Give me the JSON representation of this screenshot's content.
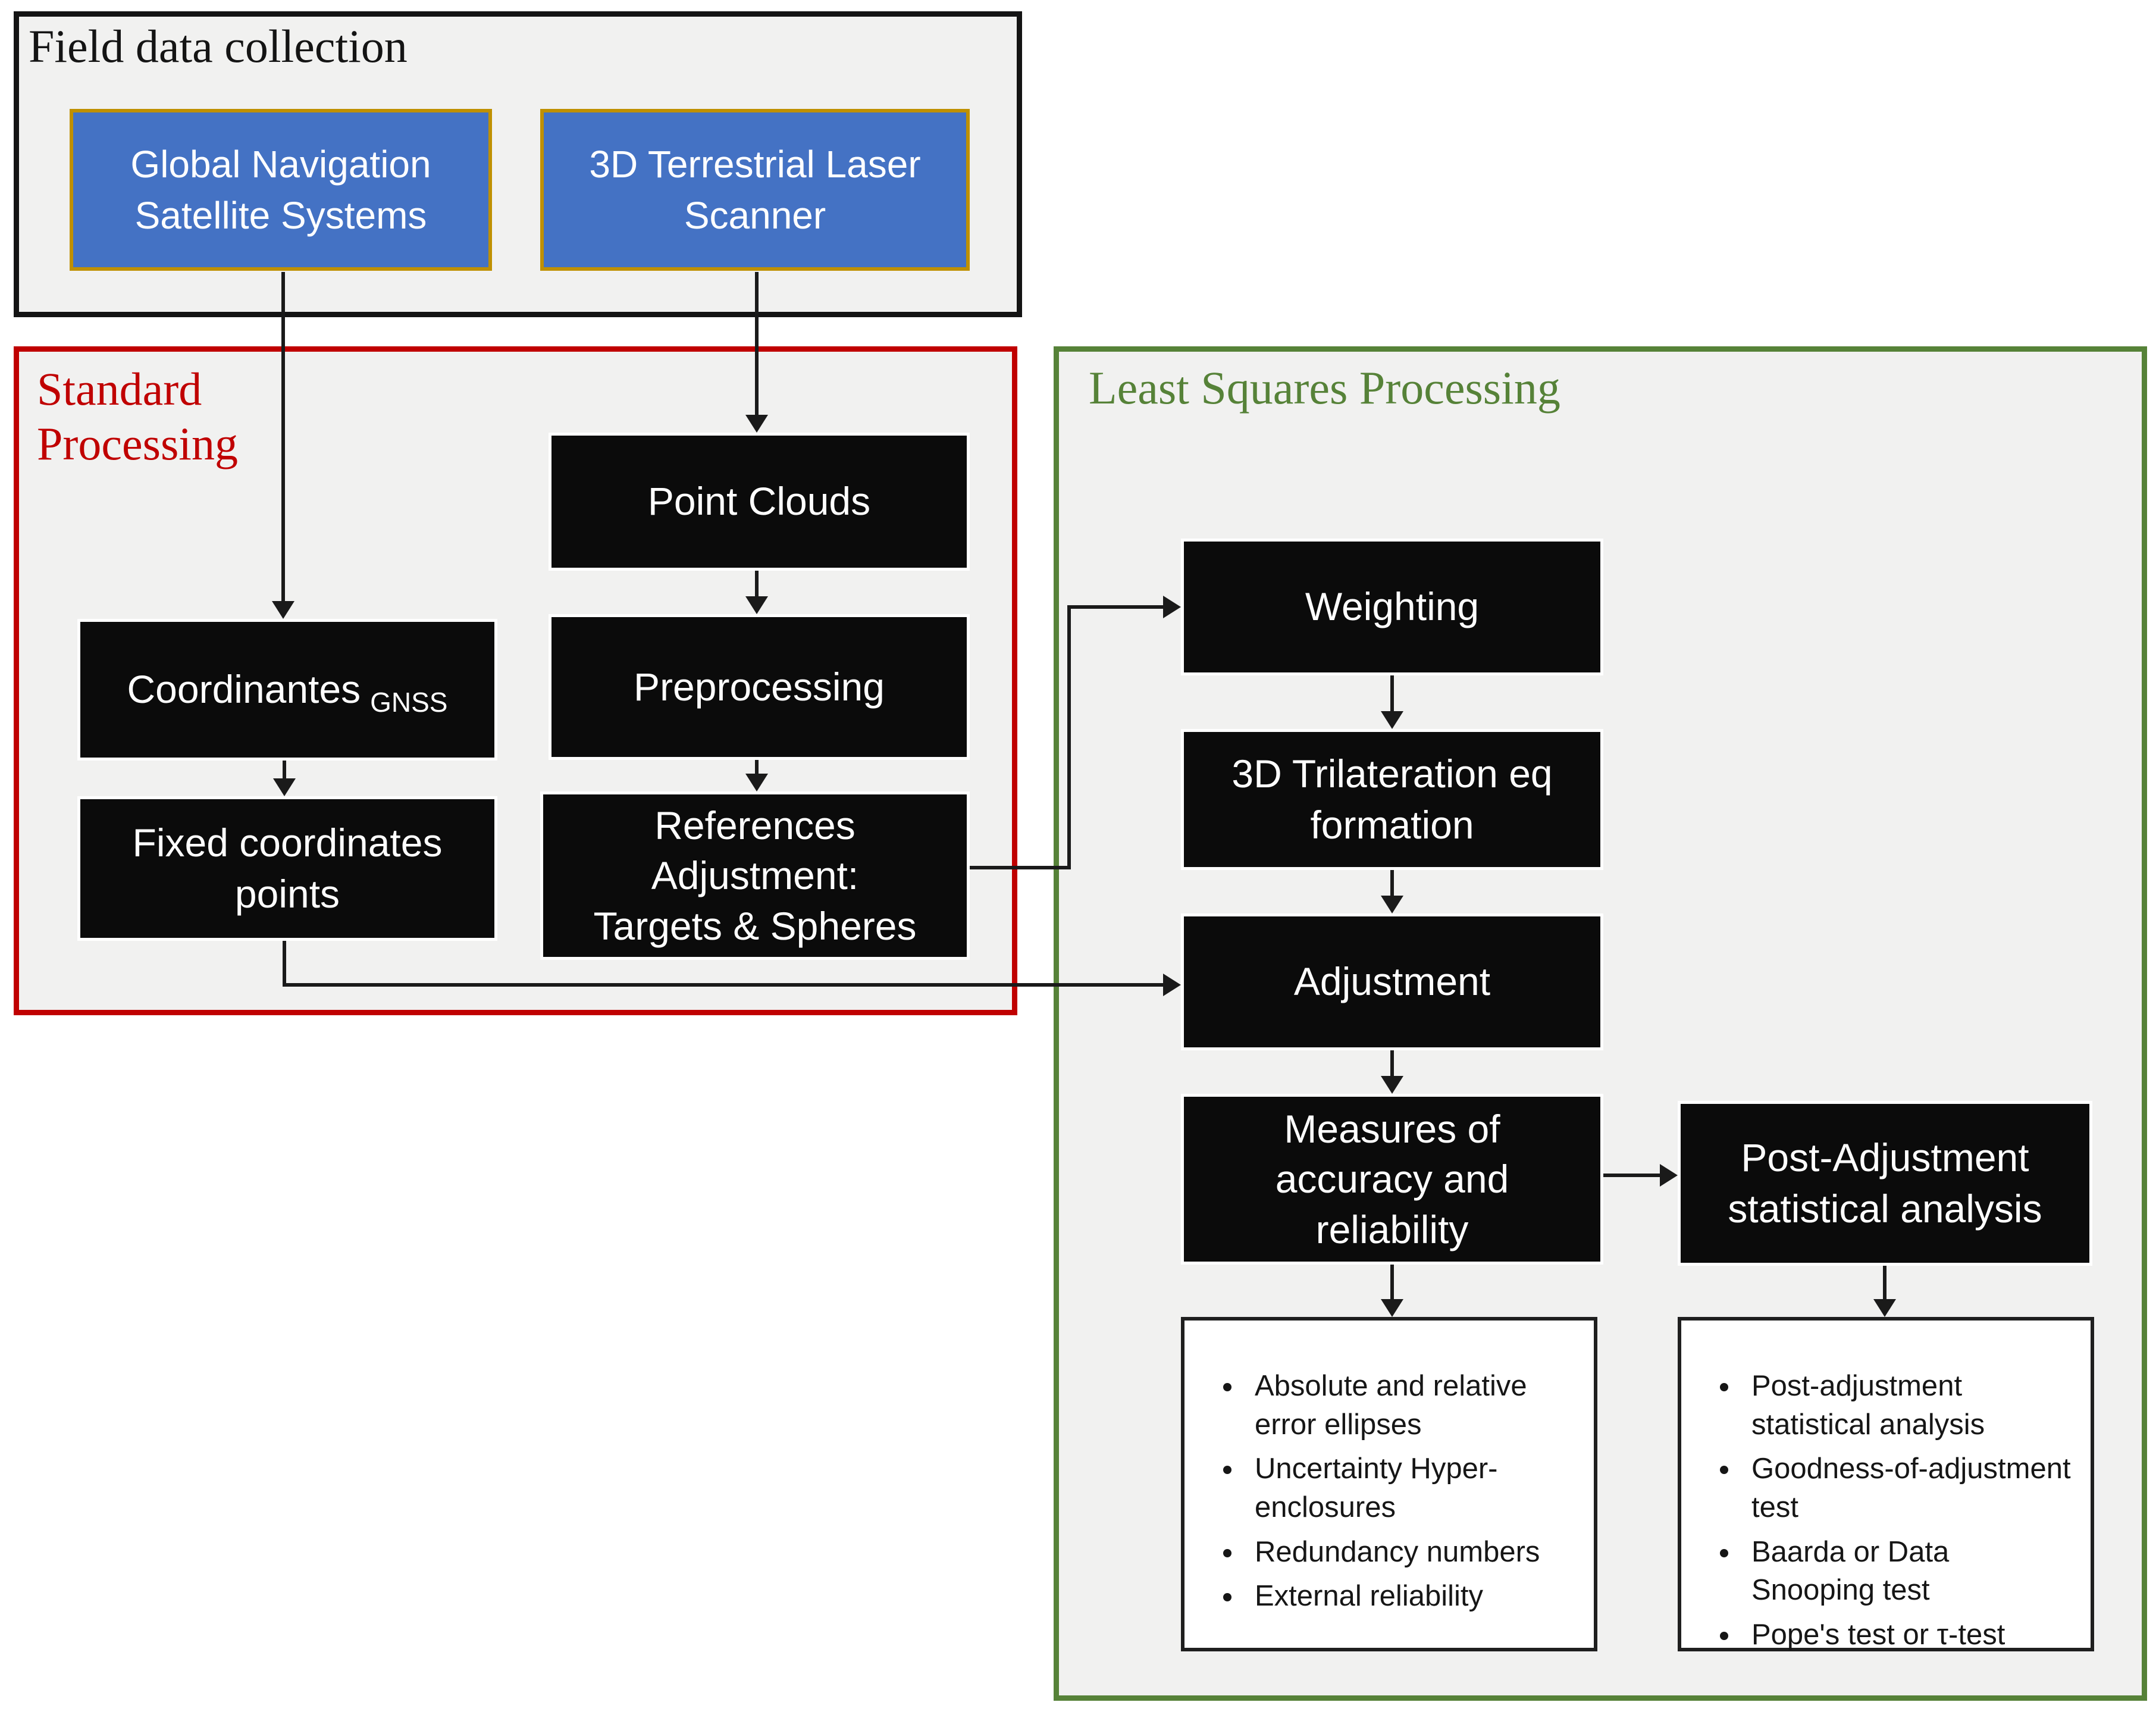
{
  "colors": {
    "page_bg": "#ffffff",
    "panel_bg": "#f1f1f0",
    "field_border": "#141414",
    "standard_accent": "#c00000",
    "lsp_accent": "#568238",
    "node_bg": "#0b0b0b",
    "node_text": "#ffffff",
    "device_bg": "#4472c4",
    "device_border": "#bf9000",
    "device_text": "#ffffff",
    "arrow": "#1a1a1a",
    "detail_border": "#1f1f1f",
    "detail_text": "#161616"
  },
  "field_data_collection": {
    "title": "Field data collection",
    "gnss_label": "Global Navigation\nSatellite Systems",
    "tls_label": "3D Terrestrial Laser\nScanner"
  },
  "standard_processing": {
    "title": "Standard\nProcessing",
    "point_clouds": "Point Clouds",
    "coordinates_main": "Coordinantes",
    "coordinates_sub": "GNSS",
    "preprocessing": "Preprocessing",
    "fixed_coordinates": "Fixed coordinates\npoints",
    "references_adjustment": "References\nAdjustment:\nTargets & Spheres"
  },
  "least_squares_processing": {
    "title": "Least Squares Processing",
    "weighting": "Weighting",
    "trilateration": "3D Trilateration eq\nformation",
    "adjustment": "Adjustment",
    "measures": "Measures of\naccuracy and\nreliability",
    "post_adjustment": "Post-Adjustment\nstatistical analysis",
    "accuracy_details": [
      "Absolute and relative error ellipses",
      "Uncertainty Hyper-enclosures",
      "Redundancy numbers",
      "External reliability"
    ],
    "statistical_details": [
      "Post-adjustment statistical analysis",
      "Goodness-of-adjustment test",
      "Baarda or Data Snooping test",
      "Pope's test or τ-test"
    ]
  }
}
